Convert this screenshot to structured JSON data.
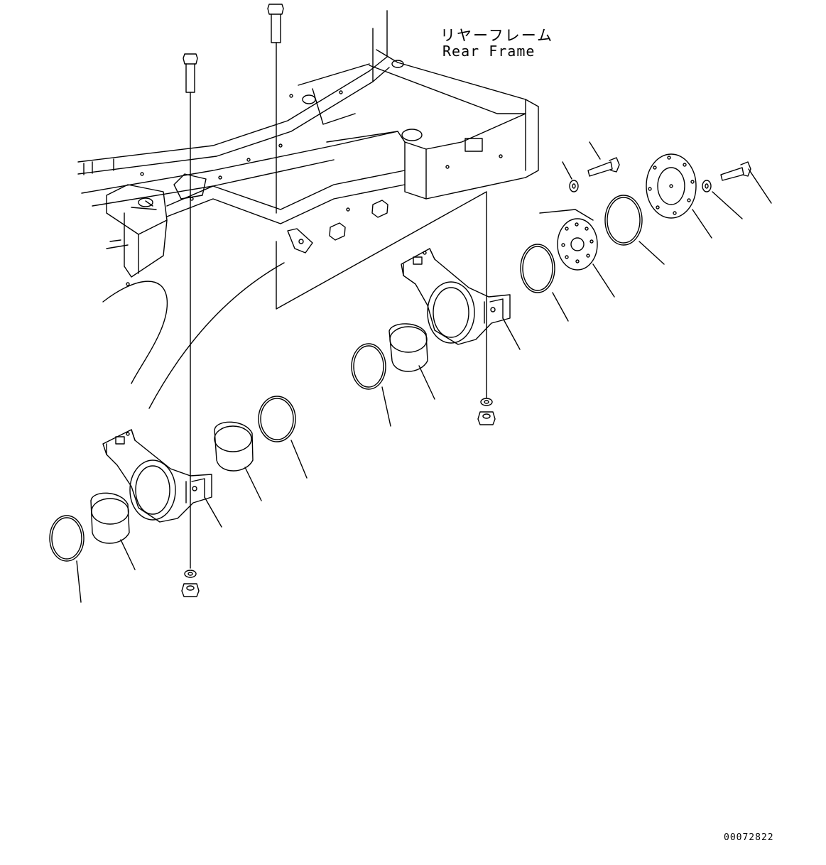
{
  "labels": {
    "frame_jp": "リヤーフレーム",
    "frame_en": "Rear Frame",
    "drawing_id": "00072822"
  },
  "colors": {
    "line": "#000000",
    "background": "#ffffff"
  }
}
